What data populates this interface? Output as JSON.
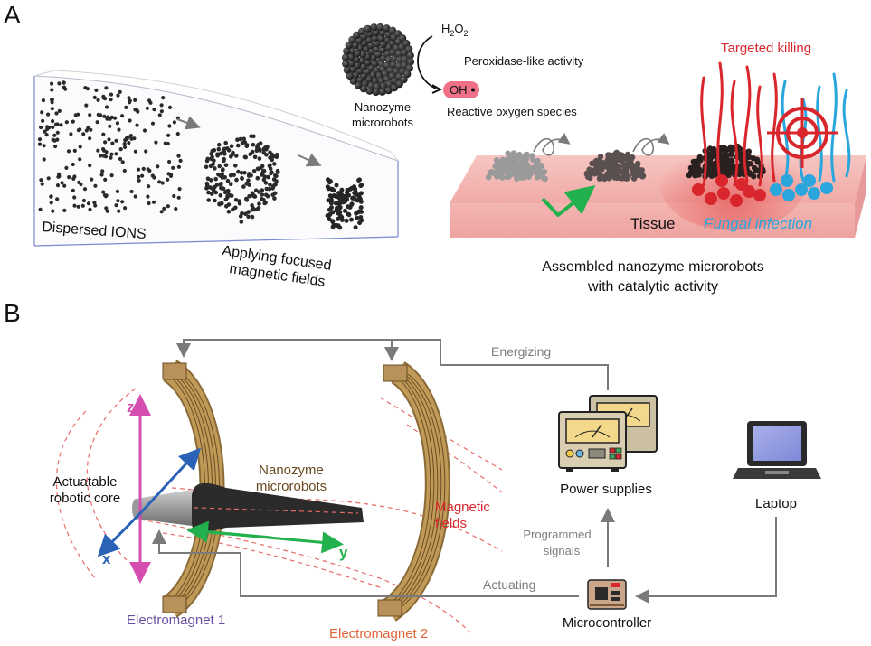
{
  "panel_a": {
    "label": "A",
    "dispersed": "Dispersed IONS",
    "focus_line1": "Applying focused",
    "focus_line2": "magnetic fields",
    "nanozyme_line1": "Nanozyme",
    "nanozyme_line2": "microrobots",
    "h2o2": "H",
    "h2o2_sub1": "2",
    "h2o2_mid": "O",
    "h2o2_sub2": "2",
    "peroxidase": "Peroxidase-like activity",
    "oh": "OH",
    "ros": "Reactive oxygen species",
    "targeted": "Targeted killing",
    "tissue": "Tissue",
    "fungal": "Fungal infection",
    "assembled_line1": "Assembled nanozyme microrobots",
    "assembled_line2": "with catalytic activity"
  },
  "panel_b": {
    "label": "B",
    "energizing": "Energizing",
    "power_supplies": "Power supplies",
    "laptop": "Laptop",
    "programmed_line1": "Programmed",
    "programmed_line2": "signals",
    "actuating": "Actuating",
    "microcontroller": "Microcontroller",
    "nanozyme_line1": "Nanozyme",
    "nanozyme_line2": "microrobots",
    "magnetic_line1": "Magnetic",
    "magnetic_line2": "fields",
    "core_line1": "Actuatable",
    "core_line2": "robotic core",
    "axis_z": "z",
    "axis_x": "x",
    "axis_y": "y",
    "em1": "Electromagnet 1",
    "em2": "Electromagnet 2"
  },
  "colors": {
    "red": "#d8262c",
    "blue": "#2aa6dc",
    "green": "#22b14c",
    "magenta": "#d44fb0",
    "axis_blue": "#2a62b8",
    "brown": "#6b4a22",
    "purple": "#6a4ea0",
    "orange": "#e0663a",
    "gray_text": "#7d7d7d",
    "coil": "#a88042",
    "tissue": "#f5b7b5"
  }
}
